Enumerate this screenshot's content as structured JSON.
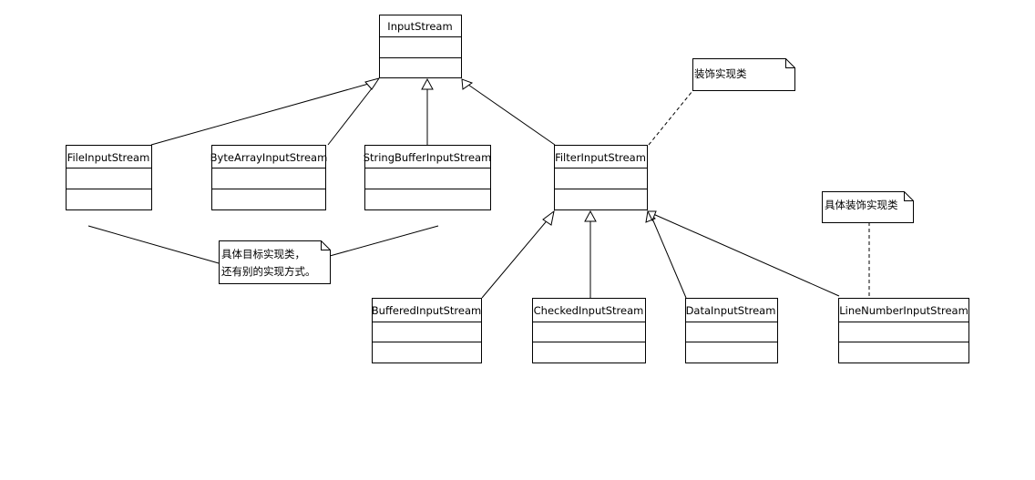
{
  "classes": {
    "input_stream": "InputStream",
    "file_input_stream": "FileInputStream",
    "byte_array_input_stream": "ByteArrayInputStream",
    "string_buffer_input_stream": "StringBufferInputStream",
    "filter_input_stream": "FilterInputStream",
    "buffered_input_stream": "BufferedInputStream",
    "checked_input_stream": "CheckedInputStream",
    "data_input_stream": "DataInputStream",
    "line_number_input_stream": "LineNumberInputStream"
  },
  "notes": {
    "decorator_impl": "装饰实现类",
    "concrete_decorator_impl": "具体装饰实现类",
    "concrete_target_line1": "具体目标实现类，",
    "concrete_target_line2": "还有别的实现方式。"
  },
  "colors": {
    "stroke": "#000000",
    "box_fill": "#ffffff",
    "note_fill": "#ffffff"
  }
}
